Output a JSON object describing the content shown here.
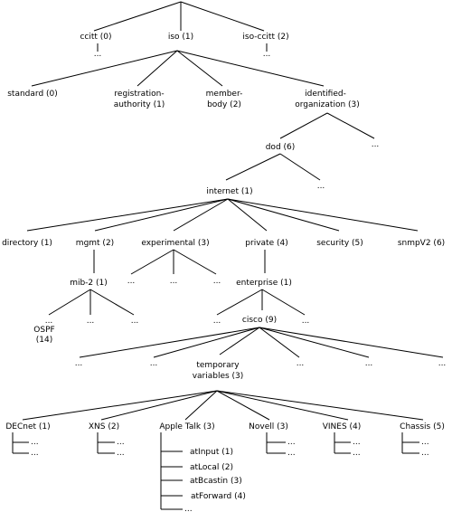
{
  "tree": {
    "level1": {
      "ccitt": "ccitt (0)",
      "iso": "iso (1)",
      "iso_ccitt": "iso-ccitt (2)",
      "ccitt_more": "...",
      "iso_ccitt_more": "..."
    },
    "level2": {
      "standard": "standard (0)",
      "registration_authority": [
        "registration-",
        "authority (1)"
      ],
      "member_body": [
        "member-",
        "body (2)"
      ],
      "identified_organization": [
        "identified-",
        "organization (3)"
      ]
    },
    "level3": {
      "dod": "dod (6)",
      "more": "..."
    },
    "level4": {
      "internet": "internet (1)",
      "more": "..."
    },
    "level5": {
      "directory": "directory (1)",
      "mgmt": "mgmt (2)",
      "experimental": "experimental (3)",
      "private": "private (4)",
      "security": "security (5)",
      "snmpv2": "snmpV2 (6)"
    },
    "level6": {
      "mib2": "mib-2  (1)",
      "experimental_children": [
        "...",
        "...",
        "..."
      ],
      "enterprise": "enterprise (1)"
    },
    "level7": {
      "ospf": [
        "OSPF",
        "(14)"
      ],
      "mib2_more": [
        "...",
        "...",
        "..."
      ],
      "enterprise_left_more": "...",
      "cisco": "cisco (9)",
      "enterprise_right_more": "..."
    },
    "level8": {
      "left_more": [
        "...",
        "..."
      ],
      "temporary_variables": [
        "temporary",
        "variables (3)"
      ],
      "right_more": [
        "...",
        "...",
        "..."
      ]
    },
    "level9": {
      "decnet": "DECnet (1)",
      "xns": "XNS  (2)",
      "apple_talk": "Apple Talk (3)",
      "novell": "Novell (3)",
      "vines": "VINES (4)",
      "chassis": "Chassis (5)"
    },
    "apple_talk_children": [
      "atInput (1)",
      "atLocal (2)",
      "atBcastin (3)",
      "atForward (4)",
      "..."
    ],
    "leaf_more": "..."
  }
}
